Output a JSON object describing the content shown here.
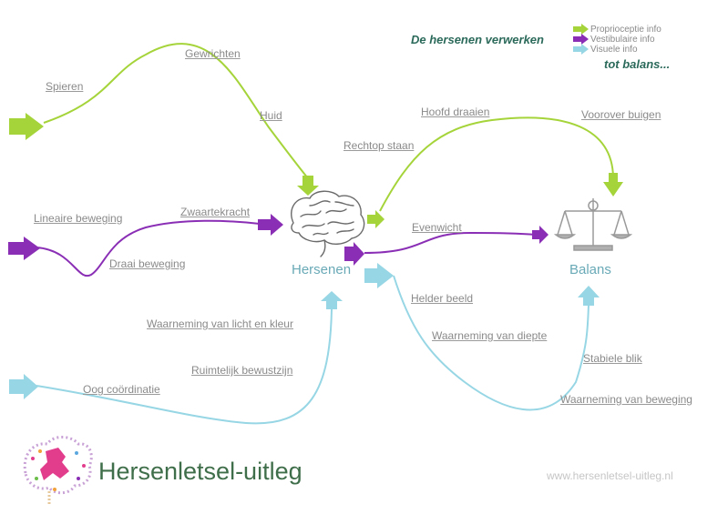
{
  "title_line1": "De hersenen verwerken",
  "title_line2": "tot balans...",
  "legend": [
    {
      "label": "Proprioceptie info",
      "color": "#a5d43a"
    },
    {
      "label": "Vestibulaire info",
      "color": "#8a2fb5"
    },
    {
      "label": "Visuele info",
      "color": "#97d6e4"
    }
  ],
  "nodes": {
    "brain": "Hersenen",
    "balance": "Balans"
  },
  "labels": {
    "spieren": "Spieren",
    "gewrichten": "Gewrichten",
    "huid": "Huid",
    "lineaire": "Lineaire beweging",
    "zwaartekracht": "Zwaartekracht",
    "draai": "Draai beweging",
    "licht": "Waarneming van licht en kleur",
    "ruimtelijk": "Ruimtelijk bewustzijn",
    "oog": "Oog coördinatie",
    "hoofd": "Hoofd draaien",
    "voorover": "Voorover buigen",
    "rechtop": "Rechtop staan",
    "evenwicht": "Evenwicht",
    "helder": "Helder beeld",
    "diepte": "Waarneming van diepte",
    "stabiele": "Stabiele blik",
    "beweging": "Waarneming van beweging"
  },
  "brand": "Hersenletsel-uitleg",
  "url": "www.hersenletsel-uitleg.nl"
}
